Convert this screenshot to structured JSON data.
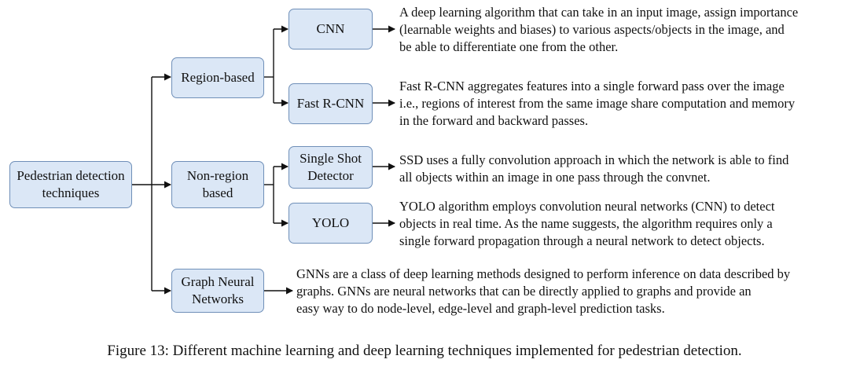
{
  "diagram": {
    "root": "Pedestrian detection\ntechniques",
    "categories": [
      {
        "label": "Region-based",
        "methods": [
          {
            "label": "CNN",
            "description": [
              "A deep learning algorithm that can take in an input image, assign importance",
              "(learnable weights and biases) to various aspects/objects in the image, and",
              "be able to differentiate one from the other."
            ]
          },
          {
            "label": "Fast R-CNN",
            "description": [
              "Fast R-CNN aggregates features into a single forward pass over the image",
              "i.e., regions of interest from the same image share computation and memory",
              "in the forward and backward passes."
            ]
          }
        ]
      },
      {
        "label": "Non-region\nbased",
        "methods": [
          {
            "label": "Single Shot\nDetector",
            "description": [
              "SSD uses a fully convolution approach in which the network is able to find",
              "all objects within an image in one pass through the convnet."
            ]
          },
          {
            "label": "YOLO",
            "description": [
              "YOLO algorithm employs convolution neural networks (CNN) to detect",
              "objects in real time. As the name suggests, the algorithm requires only a",
              "single forward propagation through a neural network to detect objects."
            ]
          }
        ]
      },
      {
        "label": "Graph Neural\nNetworks",
        "description": [
          "GNNs are a class of deep learning methods designed to perform inference on data described by",
          "graphs. GNNs are neural networks that can be directly applied to graphs and provide an",
          "easy way to do node-level, edge-level and graph-level prediction tasks."
        ]
      }
    ]
  },
  "caption": "Figure 13: Different machine learning and deep learning techniques implemented for pedestrian detection.",
  "colors": {
    "box_fill": "#dbe7f6",
    "box_border": "#6f8fb8",
    "line": "#111111"
  }
}
